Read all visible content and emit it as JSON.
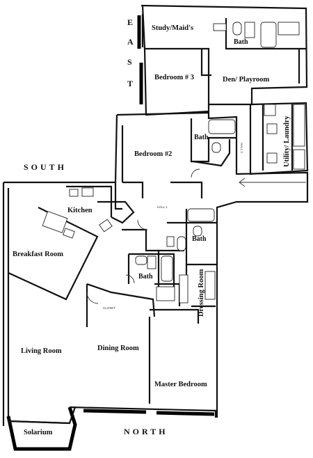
{
  "compass": {
    "east_letters": [
      "E",
      "A",
      "S",
      "T"
    ],
    "south": "SOUTH",
    "north": "NORTH"
  },
  "rooms": {
    "study": "Study/Maid's",
    "bath_top": "Bath",
    "bedroom3": "Bedroom # 3",
    "den": "Den/ Playroom",
    "bath_mid": "Bath",
    "bedroom2": "Bedroom #2",
    "utility": "Utility/ Laundry",
    "kitchen": "Kitchen",
    "breakfast": "Breakfast Room",
    "bath_master1": "Bath",
    "bath_master2": "Bath",
    "dressing": "Dressing Room",
    "living": "Living Room",
    "dining": "Dining Room",
    "master": "Master Bedroom",
    "solarium": "Solarium"
  },
  "small_labels": {
    "hall1": "HALL 1",
    "hall2": "HALL 2",
    "closet": "CLOSET"
  },
  "colors": {
    "ink": "#111111",
    "paper": "#ffffff"
  }
}
